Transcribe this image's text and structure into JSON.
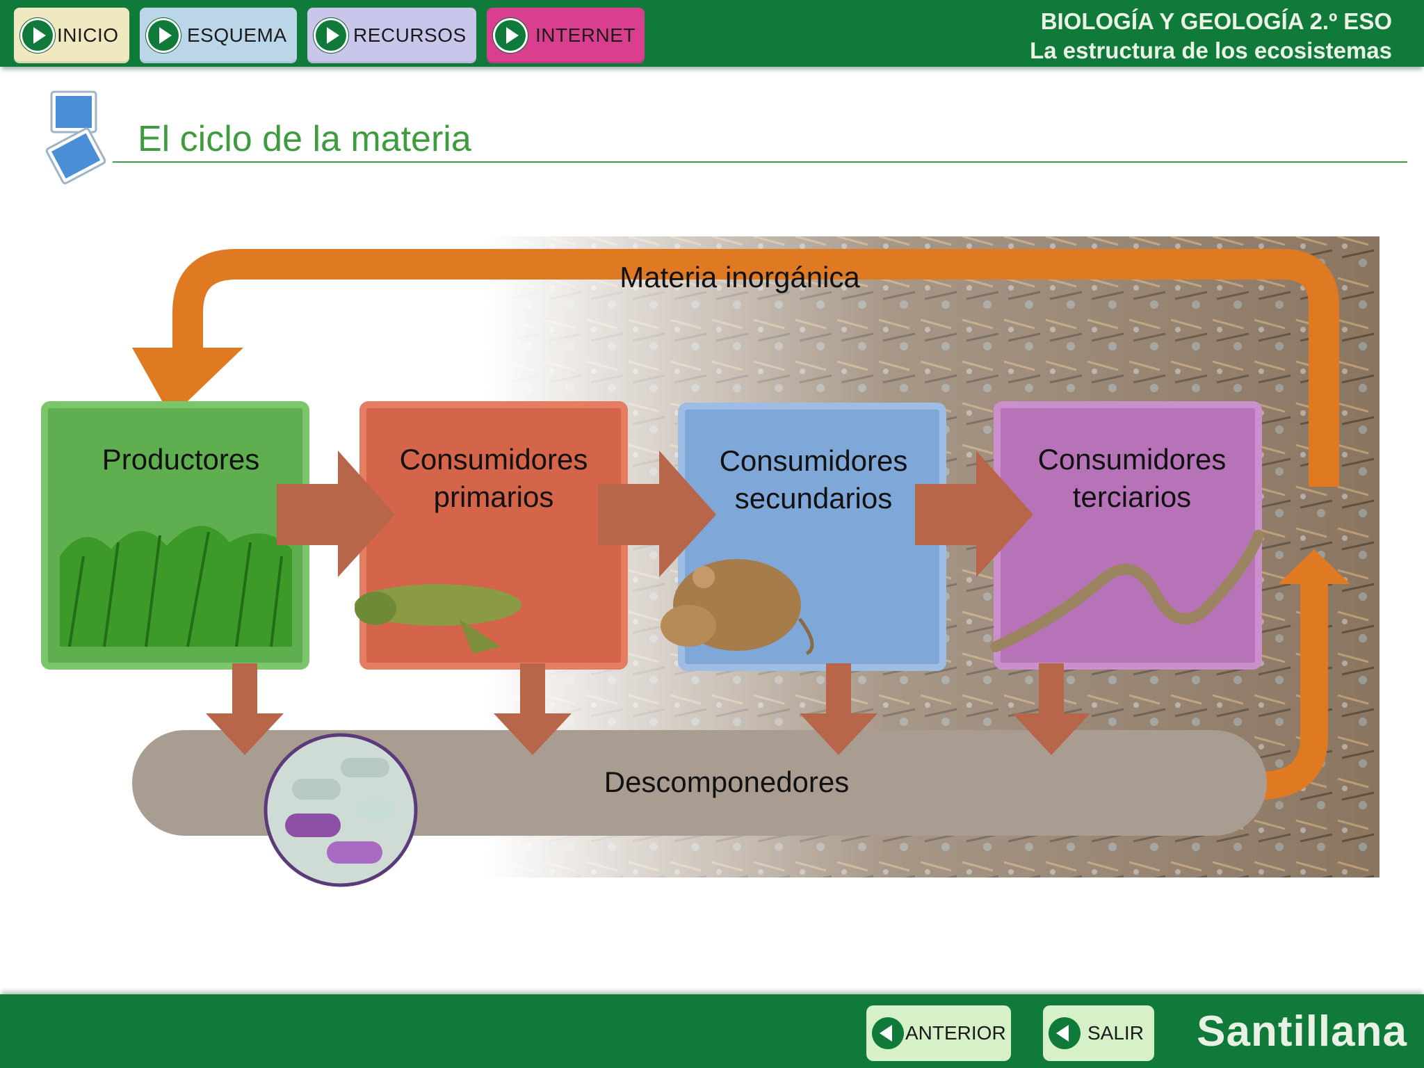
{
  "nav": {
    "items": [
      {
        "label": "INICIO",
        "color": "#efe8c0"
      },
      {
        "label": "ESQUEMA",
        "color": "#bcd6e9"
      },
      {
        "label": "RECURSOS",
        "color": "#c9c6ec"
      },
      {
        "label": "INTERNET",
        "color": "#d93f8e"
      }
    ]
  },
  "header": {
    "subject": "BIOLOGÍA Y GEOLOGÍA 2.º ESO",
    "unit": "La estructura de los ecosistemas"
  },
  "page": {
    "title": "El ciclo de la materia"
  },
  "diagram": {
    "inorganic_label": "Materia inorgánica",
    "stages": [
      {
        "line1": "Productores",
        "line2": "",
        "color": "#5fae4f"
      },
      {
        "line1": "Consumidores",
        "line2": "primarios",
        "color": "#d4644a"
      },
      {
        "line1": "Consumidores",
        "line2": "secundarios",
        "color": "#7fa7d8"
      },
      {
        "line1": "Consumidores",
        "line2": "terciarios",
        "color": "#b773b8"
      }
    ],
    "decomposers_label": "Descomponedores",
    "colors": {
      "cycle_arrow": "#e07a22",
      "flow_arrow": "#b8664a",
      "decomposers_bar": "#a99d91"
    }
  },
  "footer": {
    "prev_label": "ANTERIOR",
    "exit_label": "SALIR",
    "brand": "Santillana"
  }
}
